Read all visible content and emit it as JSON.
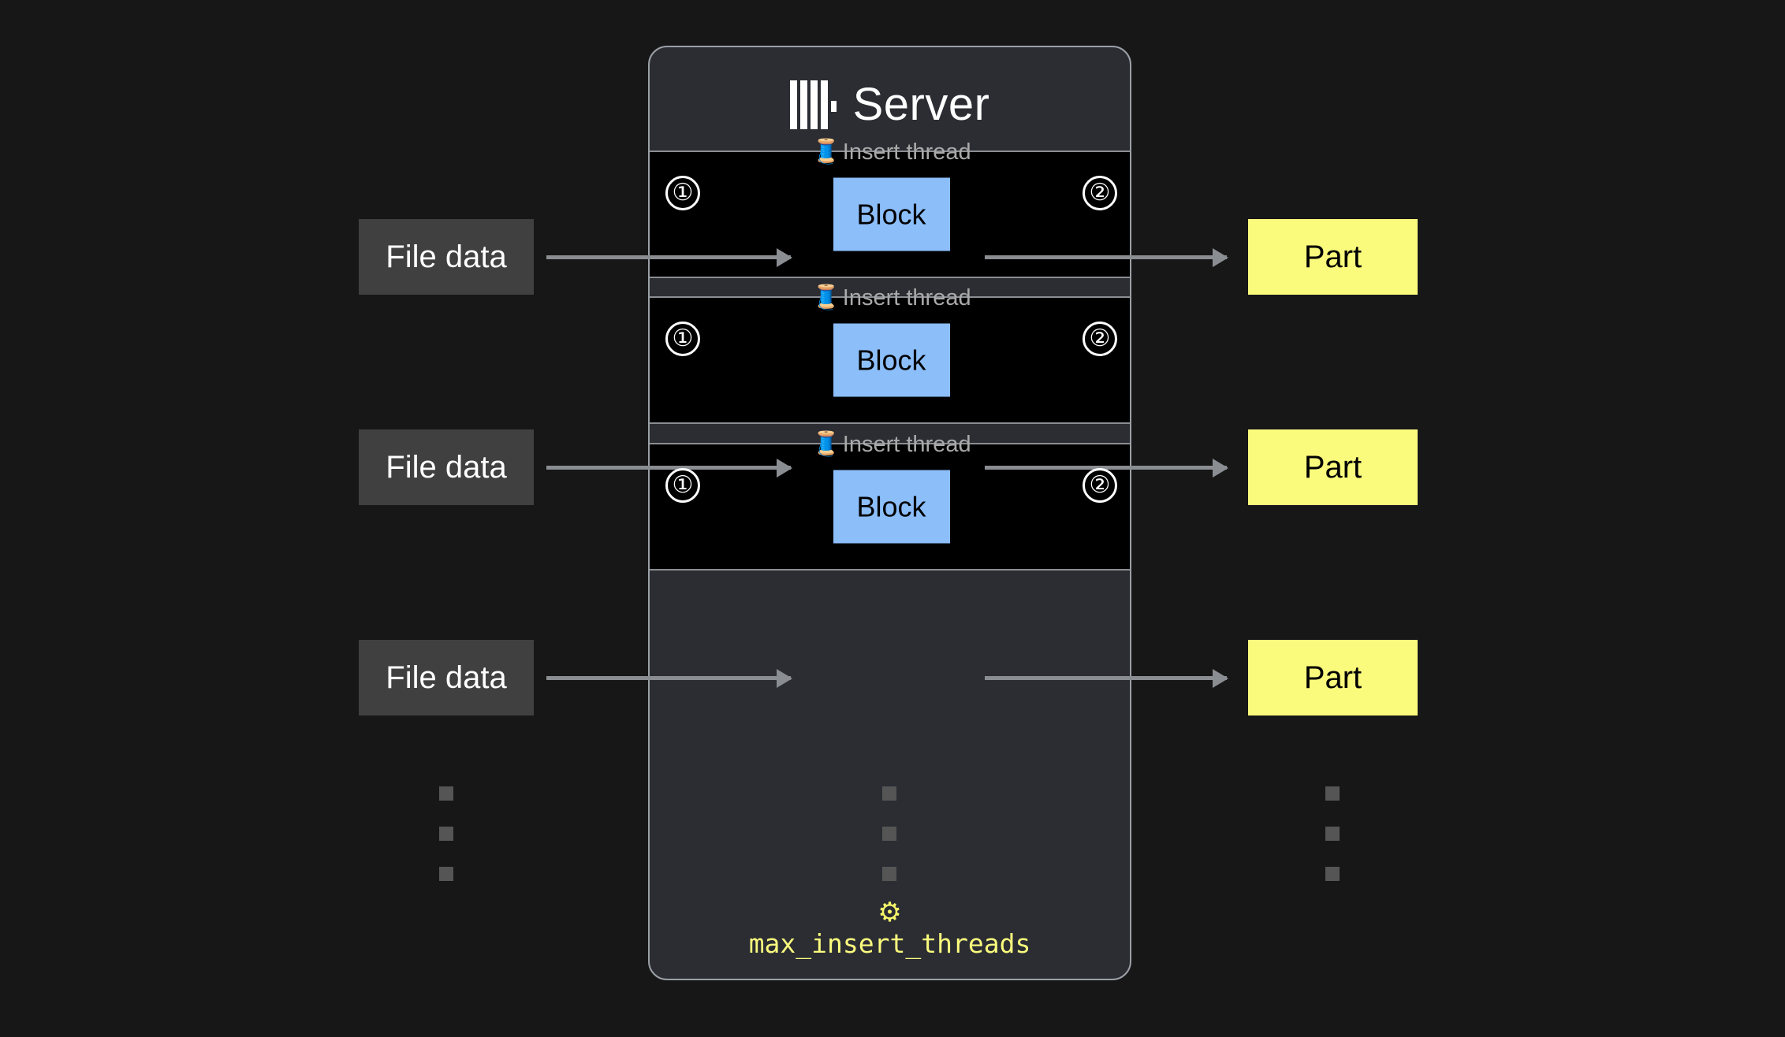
{
  "page": {
    "background": "#171717",
    "title": "ClickHouse parallel insert threads diagram"
  },
  "server": {
    "title": "Server",
    "logo_icon": "clickhouse-logo-icon",
    "panel_color": "#2b2d33",
    "border_color": "#9aa0a6"
  },
  "lanes": [
    {
      "label": "Insert thread",
      "spool_icon": "🧵",
      "block_label": "Block",
      "step_in": "①",
      "step_out": "②"
    },
    {
      "label": "Insert thread",
      "spool_icon": "🧵",
      "block_label": "Block",
      "step_in": "①",
      "step_out": "②"
    },
    {
      "label": "Insert thread",
      "spool_icon": "🧵",
      "block_label": "Block",
      "step_in": "①",
      "step_out": "②"
    }
  ],
  "inputs": [
    {
      "label": "File data"
    },
    {
      "label": "File data"
    },
    {
      "label": "File data"
    }
  ],
  "outputs": [
    {
      "label": "Part"
    },
    {
      "label": "Part"
    },
    {
      "label": "Part"
    }
  ],
  "setting": {
    "gear_icon": "⚙",
    "name": "max_insert_threads",
    "color": "#fafa7d"
  },
  "colors": {
    "block": "#8cbefa",
    "part": "#fafa7d",
    "file_data": "#404040",
    "lane": "#000000",
    "arrow": "#8a8d91",
    "lane_label_text": "#a9a9a9"
  }
}
